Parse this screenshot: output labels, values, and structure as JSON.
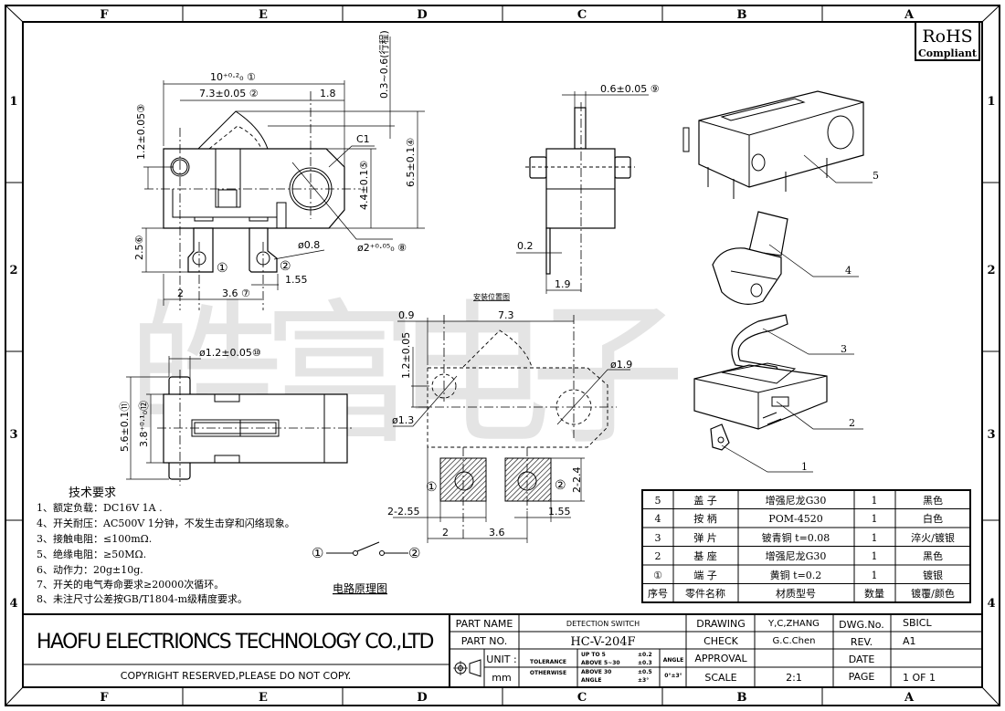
{
  "zones": {
    "columns": [
      "F",
      "E",
      "D",
      "C",
      "B",
      "A"
    ],
    "rows": [
      "1",
      "2",
      "3",
      "4"
    ]
  },
  "watermark": "皓富电子",
  "rohs": {
    "title": "RoHS",
    "subtitle": "Compliant"
  },
  "top_view": {
    "dim_total_width": "10⁺⁰·²₀ ①",
    "dim_hole_pitch": "7.3±0.05 ②",
    "dim_right": "1.8",
    "dim_stroke": "0.3~0.6(行程)",
    "dim_height": "6.5±0.1④",
    "dim_body_height": "4.4±0.1⑤",
    "dim_hole_offset": "1.2±0.05③",
    "dim_terminal": "2.5⑥",
    "chamfer": "C1",
    "dim_pin_hole": "ø0.8",
    "dim_big_hole": "ø2⁺⁰·⁰⁵₀ ⑧",
    "dim_left": "2",
    "dim_pitch": "3.6 ⑦",
    "dim_term_width": "1.55",
    "terminal_1": "①",
    "terminal_2": "②"
  },
  "side_view": {
    "dim_stem": "0.6±0.05 ⑨",
    "dim_thickness": "0.2",
    "dim_offset": "1.9"
  },
  "bottom_view": {
    "dim_pin": "ø1.2±0.05⑩",
    "dim_width": "5.6±0.1⑪",
    "dim_inner": "3.8⁺⁰·¹₀⑫"
  },
  "install_view": {
    "title": "安装位置图",
    "dim_a": "0.9",
    "dim_b": "7.3",
    "dim_c": "1.2±0.05",
    "dim_small_hole": "ø1.3",
    "dim_big_hole": "ø1.9",
    "dim_pad_h": "2-2.4",
    "dim_pad_w": "2-2.55",
    "dim_left": "2",
    "dim_pitch": "3.6",
    "dim_right": "1.55",
    "pad_1": "①",
    "pad_2": "②"
  },
  "exploded_labels": [
    "5",
    "4",
    "3",
    "2",
    "1"
  ],
  "tech_requirements": {
    "title": "技术要求",
    "items": [
      "1、额定负载：DC16V 1A .",
      "4、开关耐压：AC500V 1分钟，不发生击穿和闪络现象。",
      "3、接触电阻：≤100mΩ.",
      "5、绝缘电阻：≥50MΩ.",
      "6、动作力：20g±10g.",
      "7、开关的电气寿命要求≥20000次循环。",
      "8、未注尺寸公差按GB/T1804-m级精度要求。"
    ]
  },
  "circuit": {
    "terminal_1": "①",
    "terminal_2": "②",
    "caption": "电路原理图"
  },
  "bom": {
    "rows": [
      {
        "no": "5",
        "name": "盖 子",
        "material": "增强尼龙G30",
        "qty": "1",
        "finish": "黑色"
      },
      {
        "no": "4",
        "name": "按 柄",
        "material": "POM-4520",
        "qty": "1",
        "finish": "白色"
      },
      {
        "no": "3",
        "name": "弹 片",
        "material": "铍青铜 t=0.08",
        "qty": "1",
        "finish": "淬火/镀银"
      },
      {
        "no": "2",
        "name": "基 座",
        "material": "增强尼龙G30",
        "qty": "1",
        "finish": "黑色"
      },
      {
        "no": "①",
        "name": "端 子",
        "material": "黄铜 t=0.2",
        "qty": "1",
        "finish": "镀银"
      }
    ],
    "header": {
      "no": "序号",
      "name": "零件名称",
      "material": "材质型号",
      "qty": "数量",
      "finish": "镀覆/颜色"
    }
  },
  "title_block": {
    "company": "HAOFU ELECTRIONCS TECHNOLOGY CO.,LTD",
    "copyright": "COPYRIGHT RESERVED,PLEASE DO NOT COPY.",
    "part_name_label": "PART NAME",
    "part_name": "DETECTION SWITCH",
    "part_no_label": "PART NO.",
    "part_no": "HC-V-204F",
    "unit_label": "UNIT :",
    "unit": "mm",
    "tolerance_label_1": "TOLERANCE",
    "tolerance_label_2": "OTHERWISE",
    "tol_rows": [
      {
        "range": "UP TO 5",
        "value": "±0.2"
      },
      {
        "range": "ABOVE 5~30",
        "value": "±0.3"
      },
      {
        "range": "ABOVE 30",
        "value": "±0.5"
      },
      {
        "range": "ANGLE",
        "value": "±3°"
      }
    ],
    "angle_label": "ANGLE",
    "angle_value": "0°±3°",
    "drawing_label": "DRAWING",
    "drawing": "Y,C,ZHANG",
    "check_label": "CHECK",
    "check": "G.C.Chen",
    "approval_label": "APPROVAL",
    "approval": "",
    "scale_label": "SCALE",
    "scale": "2:1",
    "dwg_no_label": "DWG.No.",
    "dwg_no": "SBICL",
    "rev_label": "REV.",
    "rev": "A1",
    "date_label": "DATE",
    "date": "",
    "page_label": "PAGE",
    "page": "1 OF 1"
  }
}
